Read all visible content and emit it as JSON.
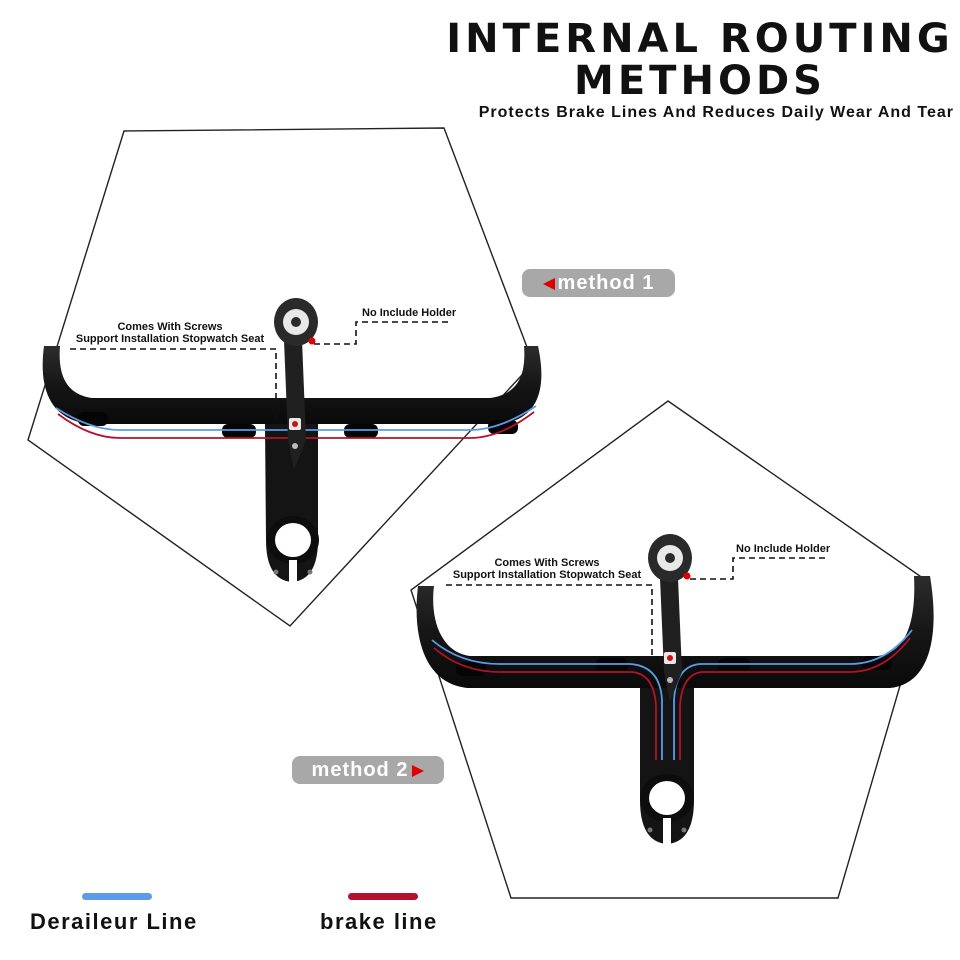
{
  "header": {
    "title_line1": "INTERNAL ROUTING",
    "title_line2": "METHODS",
    "subtitle": "Protects Brake Lines And Reduces Daily Wear And Tear"
  },
  "method1": {
    "label": "method 1",
    "callout_screws_line1": "Comes With Screws",
    "callout_screws_line2": "Support Installation Stopwatch Seat",
    "callout_holder": "No Include Holder"
  },
  "method2": {
    "label": "method 2",
    "callout_screws_line1": "Comes With Screws",
    "callout_screws_line2": "Support Installation Stopwatch Seat",
    "callout_holder": "No Include Holder"
  },
  "legend": {
    "derailleur_label": "Deraileur Line",
    "derailleur_color": "#5b9bea",
    "brake_label": "brake line",
    "brake_color": "#b3122a"
  },
  "colors": {
    "pill_bg": "#a8a8a8",
    "arrow_red": "#e00000",
    "carbon": "#1a1a1a"
  }
}
